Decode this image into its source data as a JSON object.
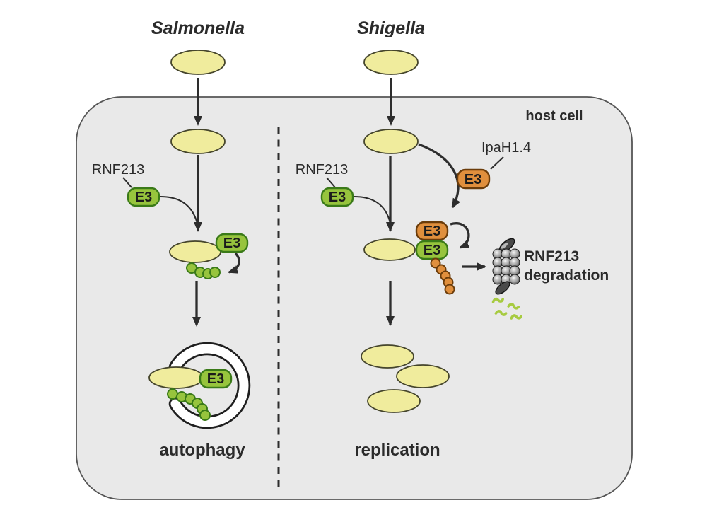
{
  "colors": {
    "canvas_bg": "#ffffff",
    "cell_fill": "#e9e9e9",
    "cell_stroke": "#555555",
    "bacterium_fill": "#f0ec9d",
    "bacterium_stroke": "#45452c",
    "green_fill": "#97c43d",
    "green_stroke": "#3a7a18",
    "orange_fill": "#e08f3d",
    "orange_stroke": "#6b3c0a",
    "arrow": "#2d2d2d",
    "text": "#2b2b2b",
    "squiggle": "#a7cb41"
  },
  "titles": {
    "left": "Salmonella",
    "right": "Shigella"
  },
  "host_cell": {
    "label": "host cell"
  },
  "badges": {
    "e3": "E3"
  },
  "labels": {
    "rnf213_left": "RNF213",
    "rnf213_right": "RNF213",
    "ipah": "IpaH1.4",
    "degradation_line1": "RNF213",
    "degradation_line2": "degradation",
    "outcome_left": "autophagy",
    "outcome_right": "replication"
  }
}
